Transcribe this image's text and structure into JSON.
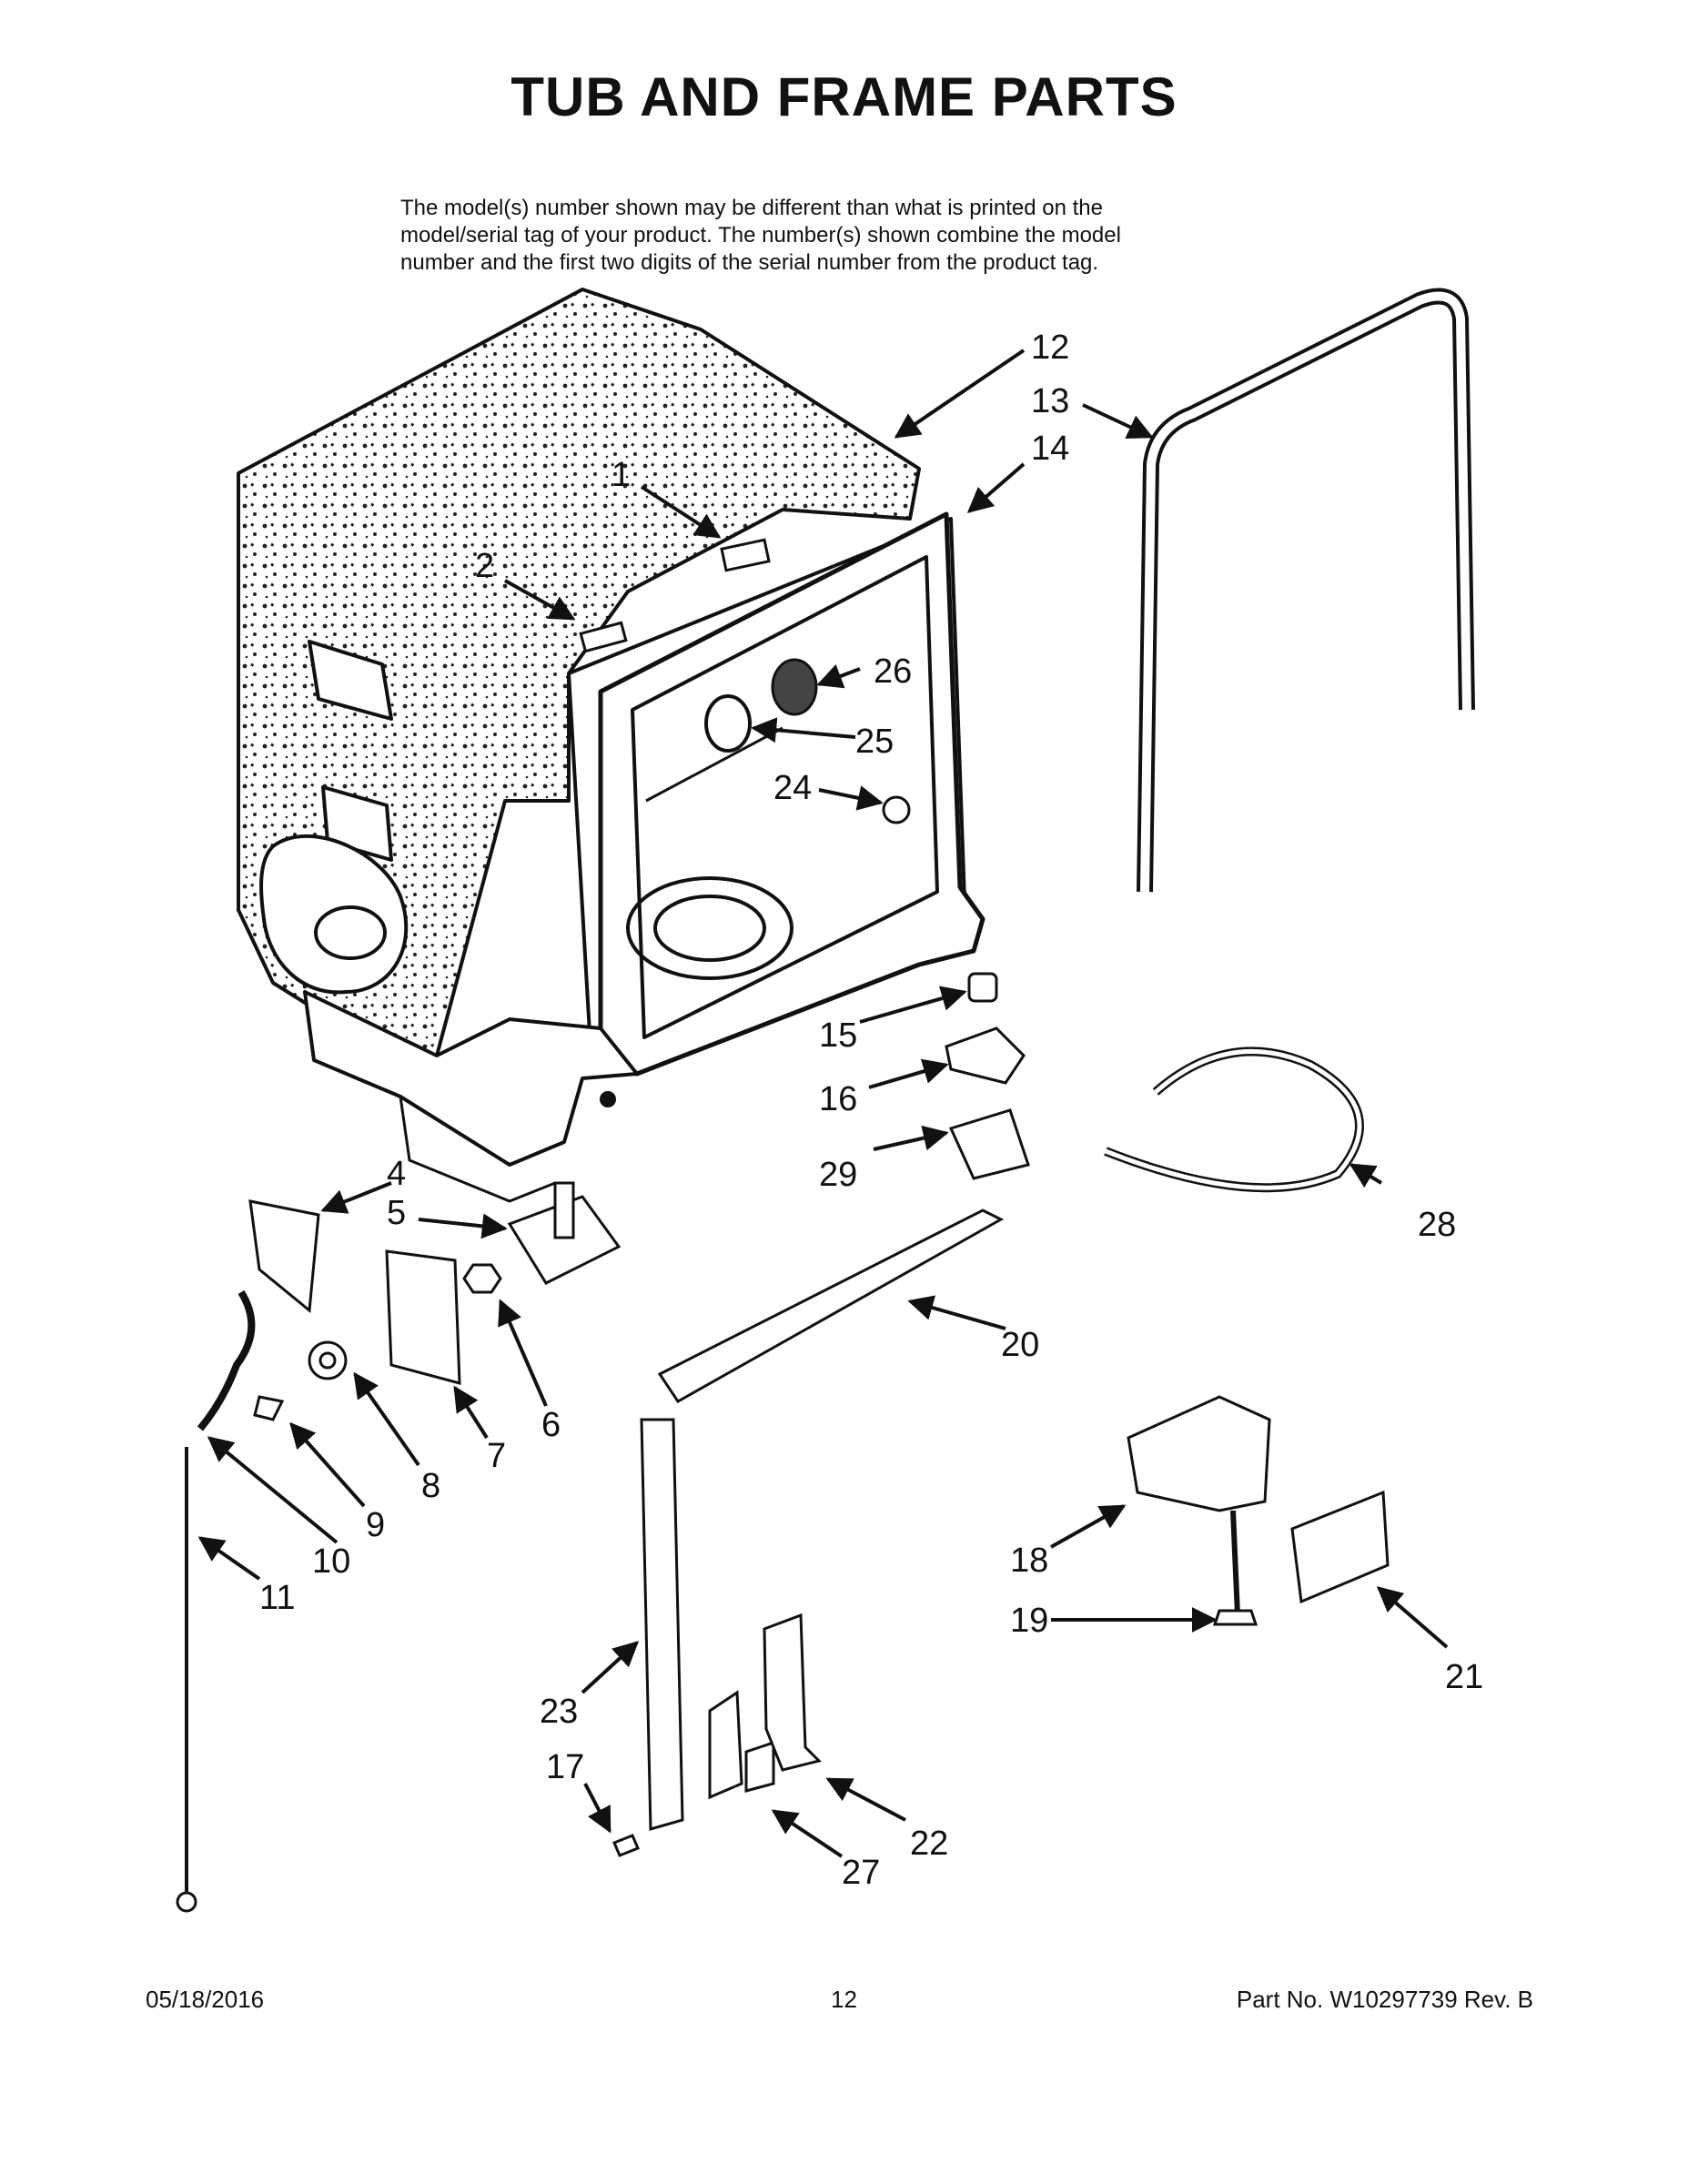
{
  "header": {
    "title": "TUB AND FRAME PARTS",
    "note_lines": [
      "The model(s) number shown may be different than what is printed on the",
      "model/serial tag of your product. The number(s) shown combine the model",
      "number and the first two digits of the serial number from the product tag."
    ]
  },
  "callouts": [
    "1",
    "2",
    "4",
    "5",
    "6",
    "7",
    "8",
    "9",
    "10",
    "11",
    "12",
    "13",
    "14",
    "15",
    "16",
    "17",
    "18",
    "19",
    "20",
    "21",
    "22",
    "23",
    "24",
    "25",
    "26",
    "27",
    "28",
    "29"
  ],
  "footer": {
    "date": "05/18/2016",
    "page": "12",
    "part_no": "Part No.  W10297739  Rev.  B"
  }
}
